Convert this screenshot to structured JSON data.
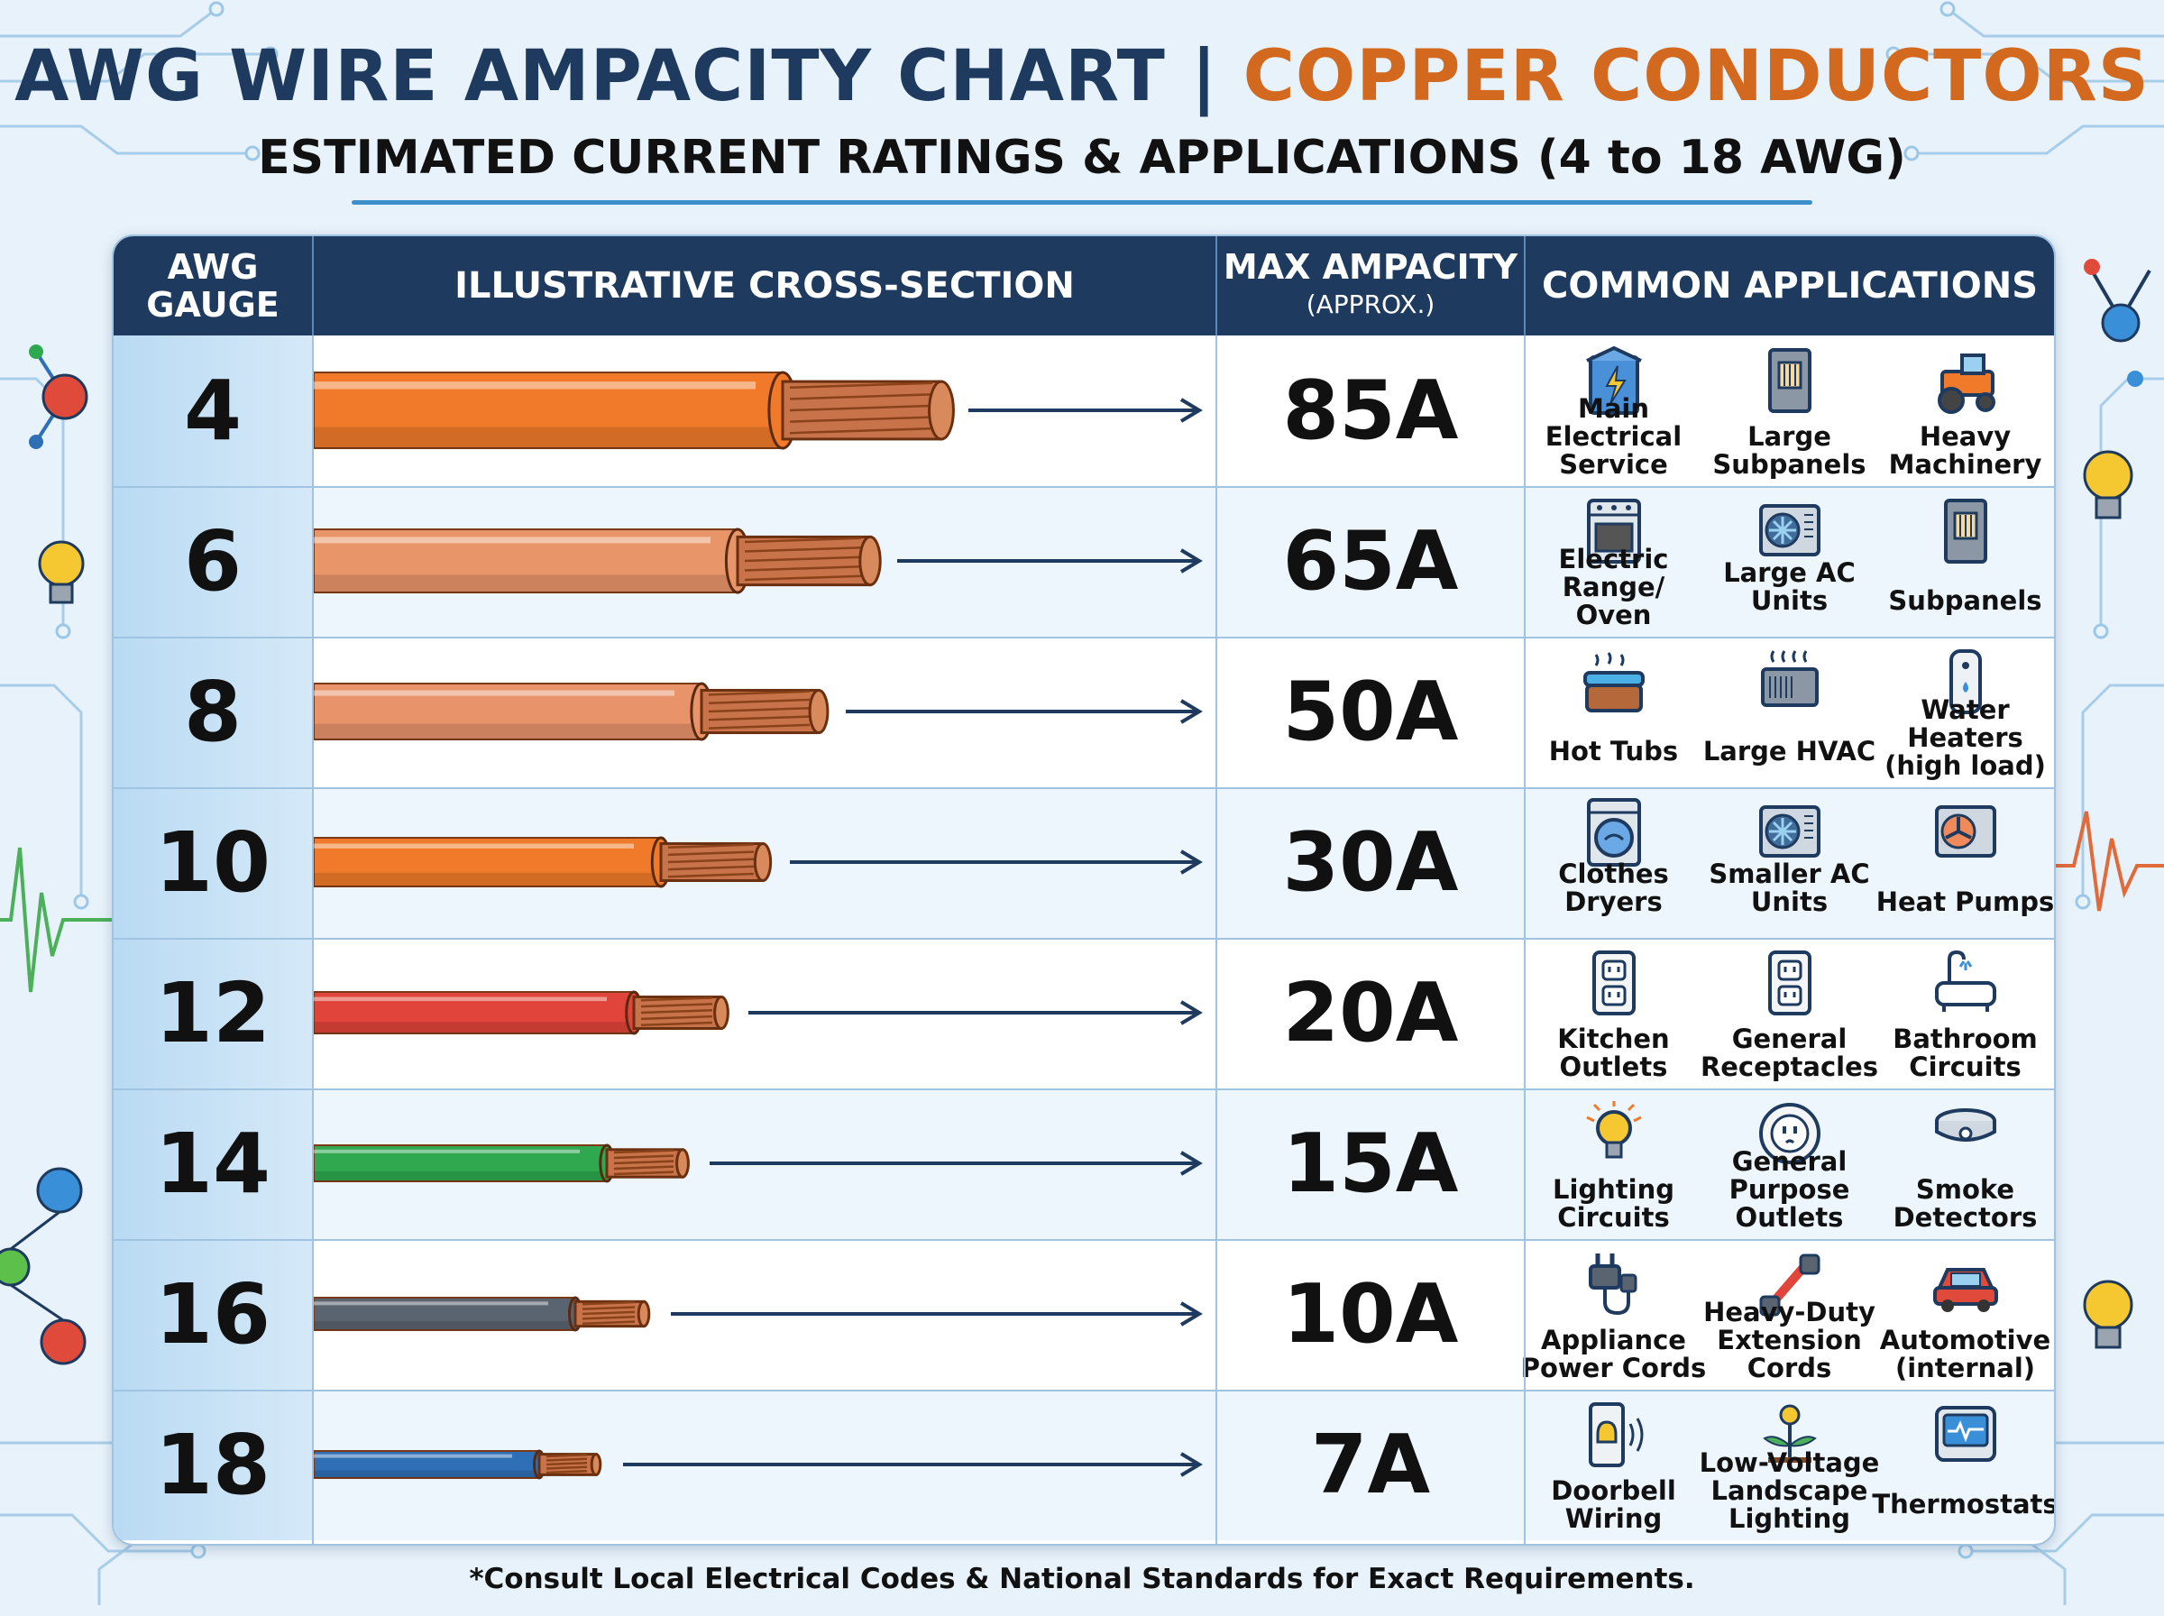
{
  "header": {
    "title_main": "AWG WIRE AMPACITY CHART",
    "title_sep": "|",
    "title_accent": "COPPER CONDUCTORS",
    "subtitle": "ESTIMATED CURRENT RATINGS & APPLICATIONS (4 to 18 AWG)"
  },
  "columns": {
    "gauge_line1": "AWG",
    "gauge_line2": "GAUGE",
    "cross_section": "ILLUSTRATIVE CROSS-SECTION",
    "ampacity": "MAX AMPACITY",
    "ampacity_sub": "(APPROX.)",
    "applications": "COMMON APPLICATIONS"
  },
  "colors": {
    "header_bg": "#1e3a5f",
    "accent_orange": "#d2691e",
    "copper": "#c8734a"
  },
  "rows": [
    {
      "gauge": "4",
      "ampacity": "85A",
      "insulation": "#f07a2a",
      "apps": [
        {
          "label1": "Main Electrical",
          "label2": "Service",
          "icon": "lightning-panel-icon"
        },
        {
          "label1": "Large",
          "label2": "Subpanels",
          "icon": "breaker-panel-icon"
        },
        {
          "label1": "Heavy",
          "label2": "Machinery",
          "icon": "tractor-icon"
        }
      ]
    },
    {
      "gauge": "6",
      "ampacity": "65A",
      "insulation": "#e8956a",
      "apps": [
        {
          "label1": "Electric Range/",
          "label2": "Oven",
          "icon": "oven-icon"
        },
        {
          "label1": "Large AC Units",
          "label2": "",
          "icon": "ac-unit-icon"
        },
        {
          "label1": "Subpanels",
          "label2": "",
          "icon": "breaker-panel-icon"
        }
      ]
    },
    {
      "gauge": "8",
      "ampacity": "50A",
      "insulation": "#e8936a",
      "apps": [
        {
          "label1": "Hot Tubs",
          "label2": "",
          "icon": "hot-tub-icon"
        },
        {
          "label1": "Large HVAC",
          "label2": "",
          "icon": "hvac-icon"
        },
        {
          "label1": "Water Heaters",
          "label2": "(high load)",
          "icon": "water-heater-icon"
        }
      ]
    },
    {
      "gauge": "10",
      "ampacity": "30A",
      "insulation": "#f07a2a",
      "apps": [
        {
          "label1": "Clothes Dryers",
          "label2": "",
          "icon": "dryer-icon"
        },
        {
          "label1": "Smaller AC Units",
          "label2": "",
          "icon": "ac-unit-icon"
        },
        {
          "label1": "Heat Pumps",
          "label2": "",
          "icon": "heat-pump-icon"
        }
      ]
    },
    {
      "gauge": "12",
      "ampacity": "20A",
      "insulation": "#e0443a",
      "apps": [
        {
          "label1": "Kitchen",
          "label2": "Outlets",
          "icon": "outlet-icon"
        },
        {
          "label1": "General",
          "label2": "Receptacles",
          "icon": "outlet-icon"
        },
        {
          "label1": "Bathroom",
          "label2": "Circuits",
          "icon": "bathtub-icon"
        }
      ]
    },
    {
      "gauge": "14",
      "ampacity": "15A",
      "insulation": "#2fa84f",
      "apps": [
        {
          "label1": "Lighting",
          "label2": "Circuits",
          "icon": "lightbulb-icon"
        },
        {
          "label1": "General Purpose",
          "label2": "Outlets",
          "icon": "round-outlet-icon"
        },
        {
          "label1": "Smoke",
          "label2": "Detectors",
          "icon": "smoke-detector-icon"
        }
      ]
    },
    {
      "gauge": "16",
      "ampacity": "10A",
      "insulation": "#5a6470",
      "apps": [
        {
          "label1": "Appliance",
          "label2": "Power Cords",
          "icon": "plug-icon"
        },
        {
          "label1": "Heavy-Duty",
          "label2": "Extension Cords",
          "icon": "extension-cord-icon"
        },
        {
          "label1": "Automotive",
          "label2": "(internal)",
          "icon": "car-icon"
        }
      ]
    },
    {
      "gauge": "18",
      "ampacity": "7A",
      "insulation": "#2f6fb5",
      "apps": [
        {
          "label1": "Doorbell",
          "label2": "Wiring",
          "icon": "doorbell-icon"
        },
        {
          "label1": "Low-Voltage",
          "label2": "Landscape Lighting",
          "icon": "landscape-light-icon"
        },
        {
          "label1": "Thermostats",
          "label2": "",
          "icon": "thermostat-icon"
        }
      ]
    }
  ],
  "footnote": "*Consult Local Electrical Codes & National Standards for Exact Requirements."
}
